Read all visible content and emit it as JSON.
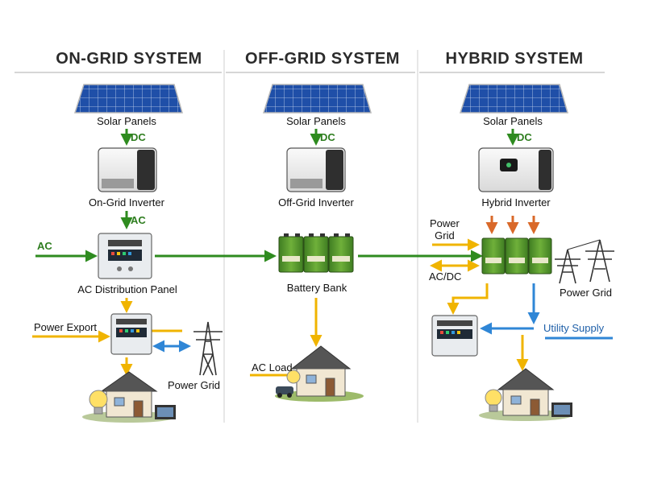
{
  "columns": [
    {
      "title": "ON-GRID SYSTEM",
      "labels": {
        "solar": "Solar Panels",
        "dc": "DC",
        "inverter": "On-Grid Inverter",
        "ac": "AC",
        "ac_in": "AC",
        "panel": "AC Distribution Panel",
        "export": "Power Export",
        "grid": "Power Grid"
      }
    },
    {
      "title": "OFF-GRID SYSTEM",
      "labels": {
        "solar": "Solar Panels",
        "dc": "DC",
        "inverter": "Off-Grid Inverter",
        "battery": "Battery Bank",
        "load": "AC Load"
      }
    },
    {
      "title": "HYBRID SYSTEM",
      "labels": {
        "solar": "Solar Panels",
        "dc": "DC",
        "inverter": "Hybrid Inverter",
        "power_grid_top": "Power\nGrid",
        "acdc": "AC/DC",
        "grid": "Power Grid",
        "utility": "Utility Supply"
      }
    }
  ],
  "colors": {
    "green": "#2e8b1f",
    "yellow": "#f0b400",
    "blue": "#2f86d6",
    "orange": "#d9692a",
    "panel_blue": "#1f4fa8",
    "divider": "#bdbdbd"
  }
}
